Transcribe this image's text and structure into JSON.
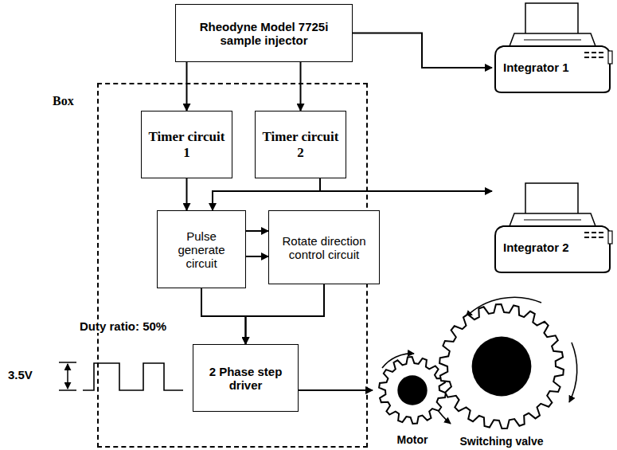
{
  "diagram": {
    "nodes": [
      {
        "text": [
          "Rheodyne Model 7725i sample injector"
        ]
      },
      {
        "text": [
          "Integrator 1"
        ]
      },
      {
        "text": [
          "Box"
        ]
      },
      {
        "text": [
          "Timer circuit 1"
        ],
        "in": 2
      },
      {
        "text": [
          "Timer circuit 2"
        ],
        "in": 2
      },
      {
        "text": [
          "Pulse generate circuit"
        ],
        "in": 2
      },
      {
        "text": [
          "Rotate direction control circuit"
        ],
        "in": 2
      },
      {
        "text": [
          "Integrator 2"
        ]
      },
      {
        "text": [
          "2 Phase step driver"
        ],
        "in": 2
      },
      {
        "text": [
          "Motor"
        ]
      },
      {
        "text": [
          "Switching valve"
        ]
      }
    ],
    "edges": [
      {
        "from": 0,
        "to": 1,
        "arrow": "to"
      },
      {
        "from": 0,
        "to": 3,
        "arrow": "to"
      },
      {
        "from": 0,
        "to": 4,
        "arrow": "to"
      },
      {
        "from": 3,
        "to": 5,
        "arrow": "to"
      },
      {
        "from": 4,
        "to": 5,
        "arrow": "to"
      },
      {
        "from": 4,
        "to": 7,
        "arrow": "to"
      },
      {
        "from": 5,
        "to": 6,
        "arrow": "to"
      },
      {
        "from": 5,
        "to": 6,
        "arrow": "to"
      },
      {
        "from": 5,
        "to": 8,
        "arrow": "to"
      },
      {
        "from": 6,
        "to": 8,
        "arrow": "to"
      },
      {
        "from": 8,
        "to": 9,
        "arrow": "to"
      }
    ],
    "labels": [
      "Duty ratio: 50%",
      "3.5V"
    ]
  }
}
